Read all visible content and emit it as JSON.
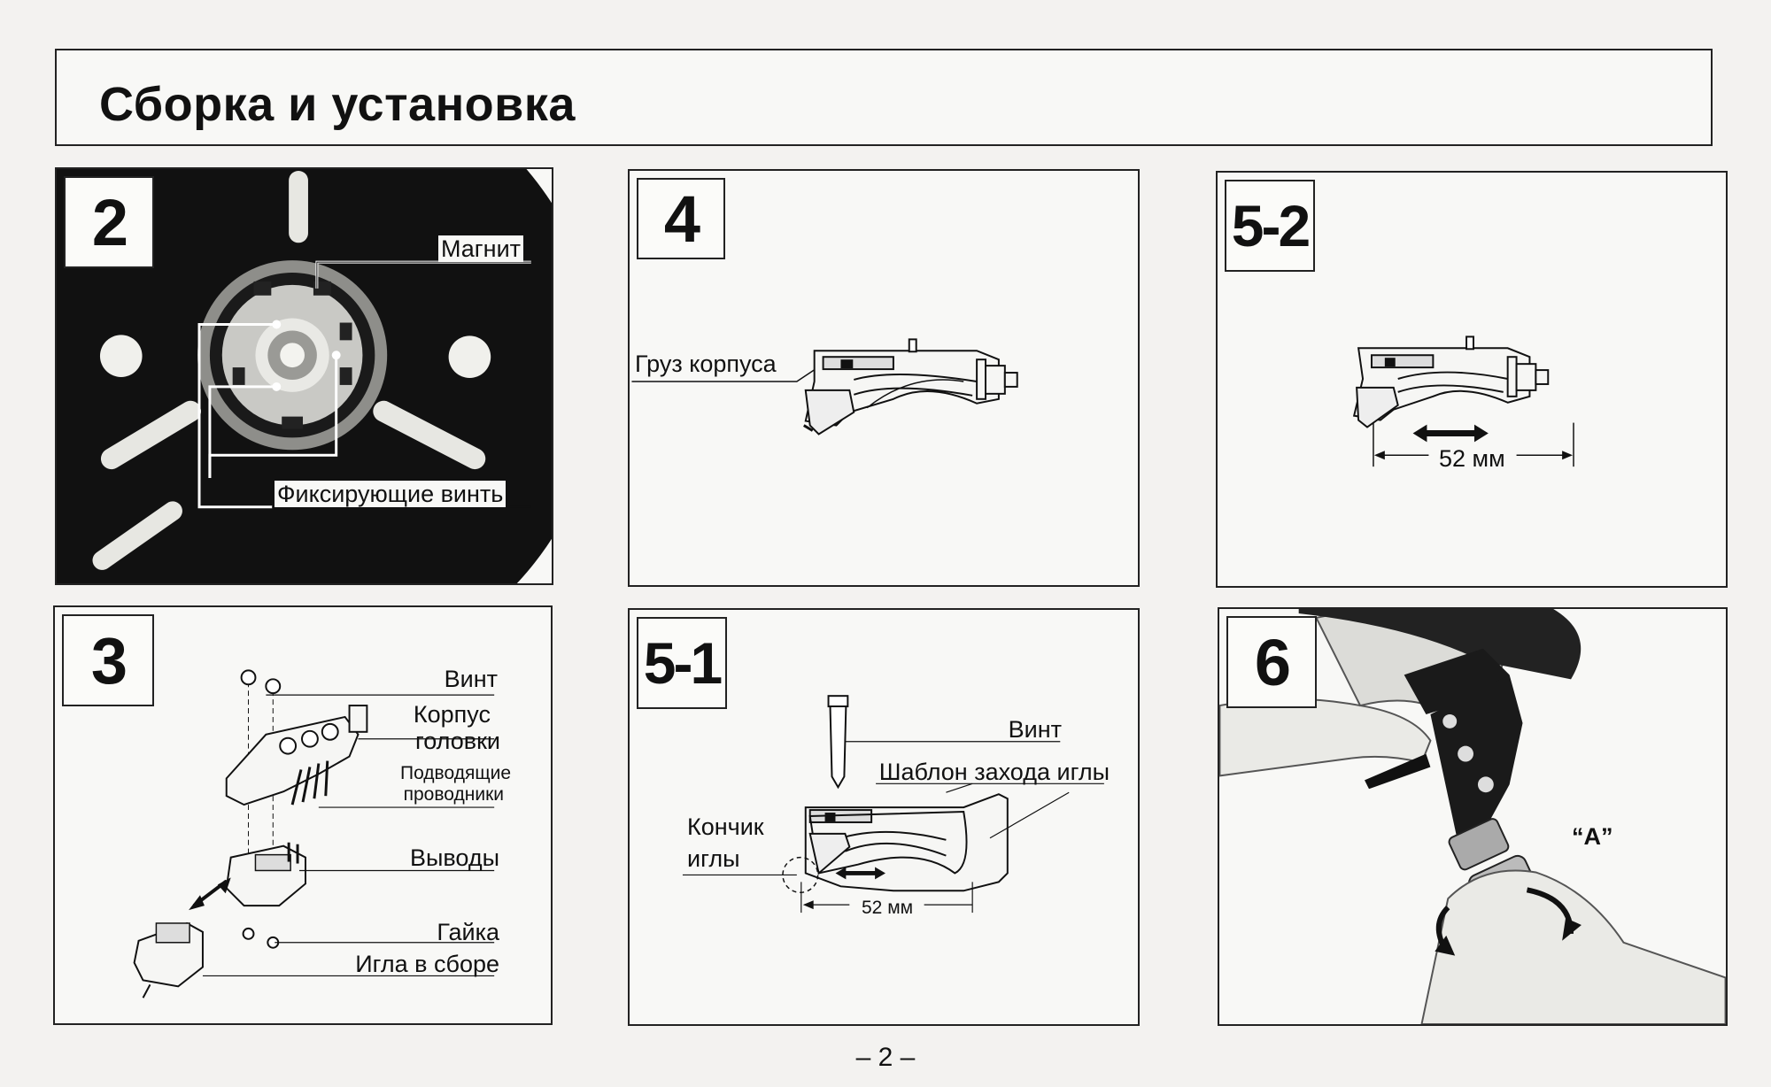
{
  "page": {
    "title": "Сборка и установка",
    "page_number": "– 2 –"
  },
  "panels": {
    "p2": {
      "number": "2",
      "labels": {
        "magnet": "Магнит",
        "screws": "Фиксирующие винть"
      }
    },
    "p4": {
      "number": "4",
      "labels": {
        "weight": "Груз корпуса"
      }
    },
    "p52": {
      "number": "5-2",
      "labels": {
        "distance": "52 мм"
      }
    },
    "p3": {
      "number": "3",
      "labels": {
        "screw": "Винт",
        "shell_1": "Корпус",
        "shell_2": "головки",
        "leads_1": "Подводящие",
        "leads_2": "проводники",
        "terminals": "Выводы",
        "nut": "Гайка",
        "stylus": "Игла в сборе"
      }
    },
    "p51": {
      "number": "5-1",
      "labels": {
        "screw": "Винт",
        "template": "Шаблон захода иглы",
        "tip_1": "Кончик",
        "tip_2": "иглы",
        "distance": "52 мм"
      }
    },
    "p6": {
      "number": "6",
      "labels": {
        "a": "“A”"
      }
    }
  }
}
